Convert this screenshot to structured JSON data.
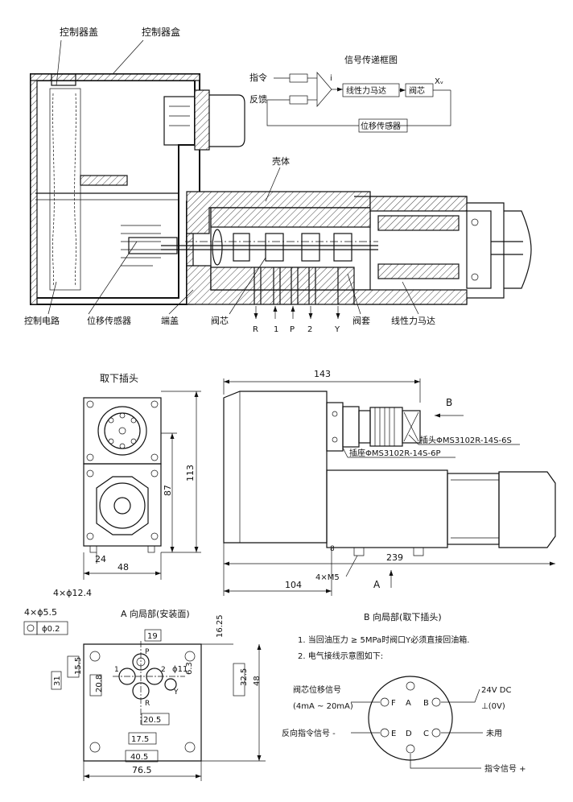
{
  "top_labels": {
    "controller_cover": "控制器盖",
    "controller_box": "控制器盒",
    "housing": "壳体",
    "control_circuit": "控制电路",
    "position_sensor": "位移传感器",
    "end_cover": "端盖",
    "spool": "阀芯",
    "sleeve": "阀套",
    "linear_motor": "线性力马达"
  },
  "ports": {
    "R": "R",
    "p1": "1",
    "P": "P",
    "p2": "2",
    "Y": "Y"
  },
  "block_diagram": {
    "title": "信号传递框图",
    "command": "指令",
    "feedback": "反馈",
    "current": "i",
    "motor": "线性力马达",
    "spool": "阀芯",
    "output": "Xᵥ",
    "sensor": "位移传感器"
  },
  "mid": {
    "remove_plug": "取下插头",
    "dim_143": "143",
    "dim_113": "113",
    "dim_87": "87",
    "dim_24": "24",
    "dim_48": "48",
    "dim_8": "8",
    "dim_239": "239",
    "dim_104": "104",
    "bolts": "4×M5",
    "arrow_b": "B",
    "arrow_a": "A",
    "plug_label": "插头ΦMS3102R-14S-6S",
    "socket_label": "插座ΦMS3102R-14S-6P"
  },
  "bottom_left": {
    "hole_124": "4×ϕ12.4",
    "hole_55": "4×ϕ5.5",
    "title_a": "A 向局部(安装面)",
    "tol": "ϕ0.2",
    "d19": "19",
    "d1625": "16.25",
    "d155": "15.5",
    "d31": "31",
    "d208": "20.8",
    "d63": "6.3",
    "d325": "32.5",
    "d48": "48",
    "d205": "20.5",
    "d175": "17.5",
    "d405": "40.5",
    "d765": "76.5",
    "d11": "ϕ11",
    "pP": "P",
    "p1": "1",
    "p2": "2",
    "pR": "R",
    "pY": "Y"
  },
  "bottom_right": {
    "title_b": "B 向局部(取下插头)",
    "note1": "1. 当回油压力 ≥ 5MPa时阀口Y必须直接回油箱.",
    "note2": "2. 电气接线示意图如下:",
    "spool_pos": "阀芯位移信号",
    "spool_pos_range": "(4mA ~ 20mA)",
    "rev_cmd": "反向指令信号 -",
    "v24": "24V DC",
    "v0": "⊥(0V)",
    "unused": "未用",
    "cmd_plus": "指令信号 +",
    "pin_A": "A",
    "pin_B": "B",
    "pin_C": "C",
    "pin_D": "D",
    "pin_E": "E",
    "pin_F": "F"
  }
}
